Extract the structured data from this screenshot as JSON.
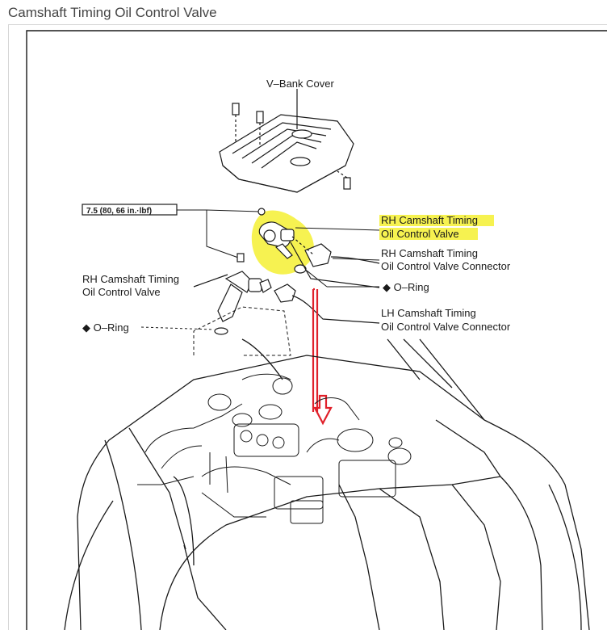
{
  "page_title": "Camshaft Timing Oil Control Valve",
  "labels": {
    "vbank_cover": "V–Bank Cover",
    "torque_spec": "7.5 (80, 66 in.·lbf)",
    "rh_valve_highlight_line1": "RH Camshaft Timing",
    "rh_valve_highlight_line2": "Oil Control Valve",
    "rh_connector_line1": "RH Camshaft Timing",
    "rh_connector_line2": "Oil Control Valve Connector",
    "oring_right": "◆ O–Ring",
    "lh_connector_line1": "LH Camshaft Timing",
    "lh_connector_line2": "Oil Control Valve Connector",
    "rh_valve_left_line1": "RH Camshaft Timing",
    "rh_valve_left_line2": "Oil Control Valve",
    "oring_left": "◆ O–Ring"
  },
  "colors": {
    "highlight": "#f5f032",
    "annotation_arrow": "#e0202a",
    "line_art": "#1a1a1a",
    "frame_border": "#d6d6d6",
    "title_text": "#444444"
  }
}
